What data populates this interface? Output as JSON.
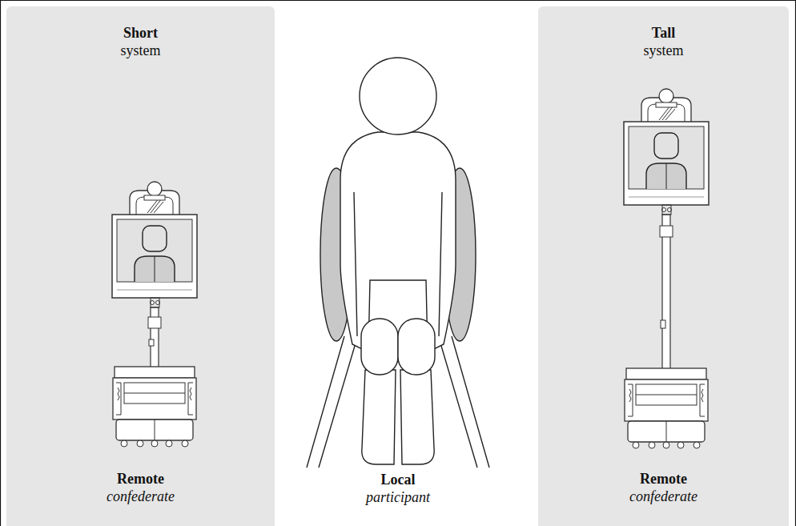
{
  "diagram": {
    "nodes": [
      {
        "text": [
          "Short",
          "system",
          "Remote",
          "confederate"
        ]
      },
      {
        "text": [
          "Tall",
          "system",
          "Remote",
          "confederate"
        ]
      }
    ],
    "edges": [],
    "labels": [
      "Local",
      "participant"
    ]
  }
}
